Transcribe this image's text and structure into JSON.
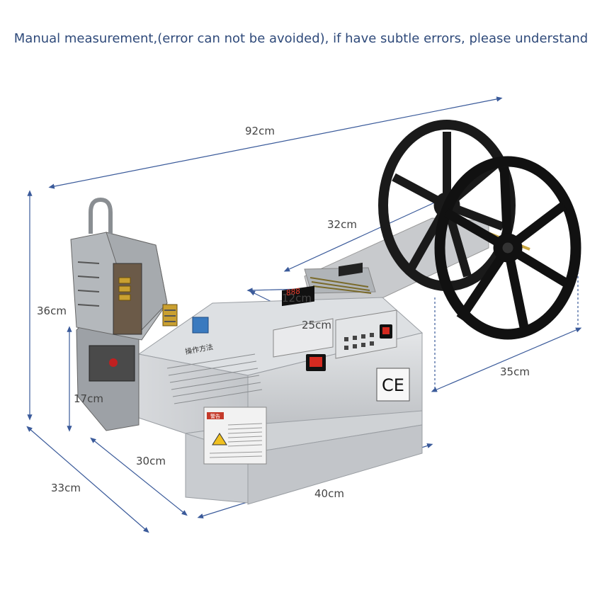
{
  "caption": "Manual measurement,(error can not be avoided), if have subtle errors, please understand",
  "dimensions": {
    "overall_length": "92cm",
    "reel_diameter": "32cm",
    "blade_width": "12cm",
    "feed_length": "25cm",
    "reel_depth": "35cm",
    "overall_height": "36cm",
    "head_height": "17cm",
    "body_depth": "30cm",
    "base_depth": "33cm",
    "body_width": "40cm"
  },
  "labels": {
    "ce_mark": "CE",
    "panel_title": "操作方法",
    "warning_title": "警告"
  },
  "colors": {
    "dimension_line": "#3a5a9a",
    "machine_body": "#c9ccd0",
    "reel": "#1a1a1a",
    "caption_text": "#2f4a7a"
  }
}
